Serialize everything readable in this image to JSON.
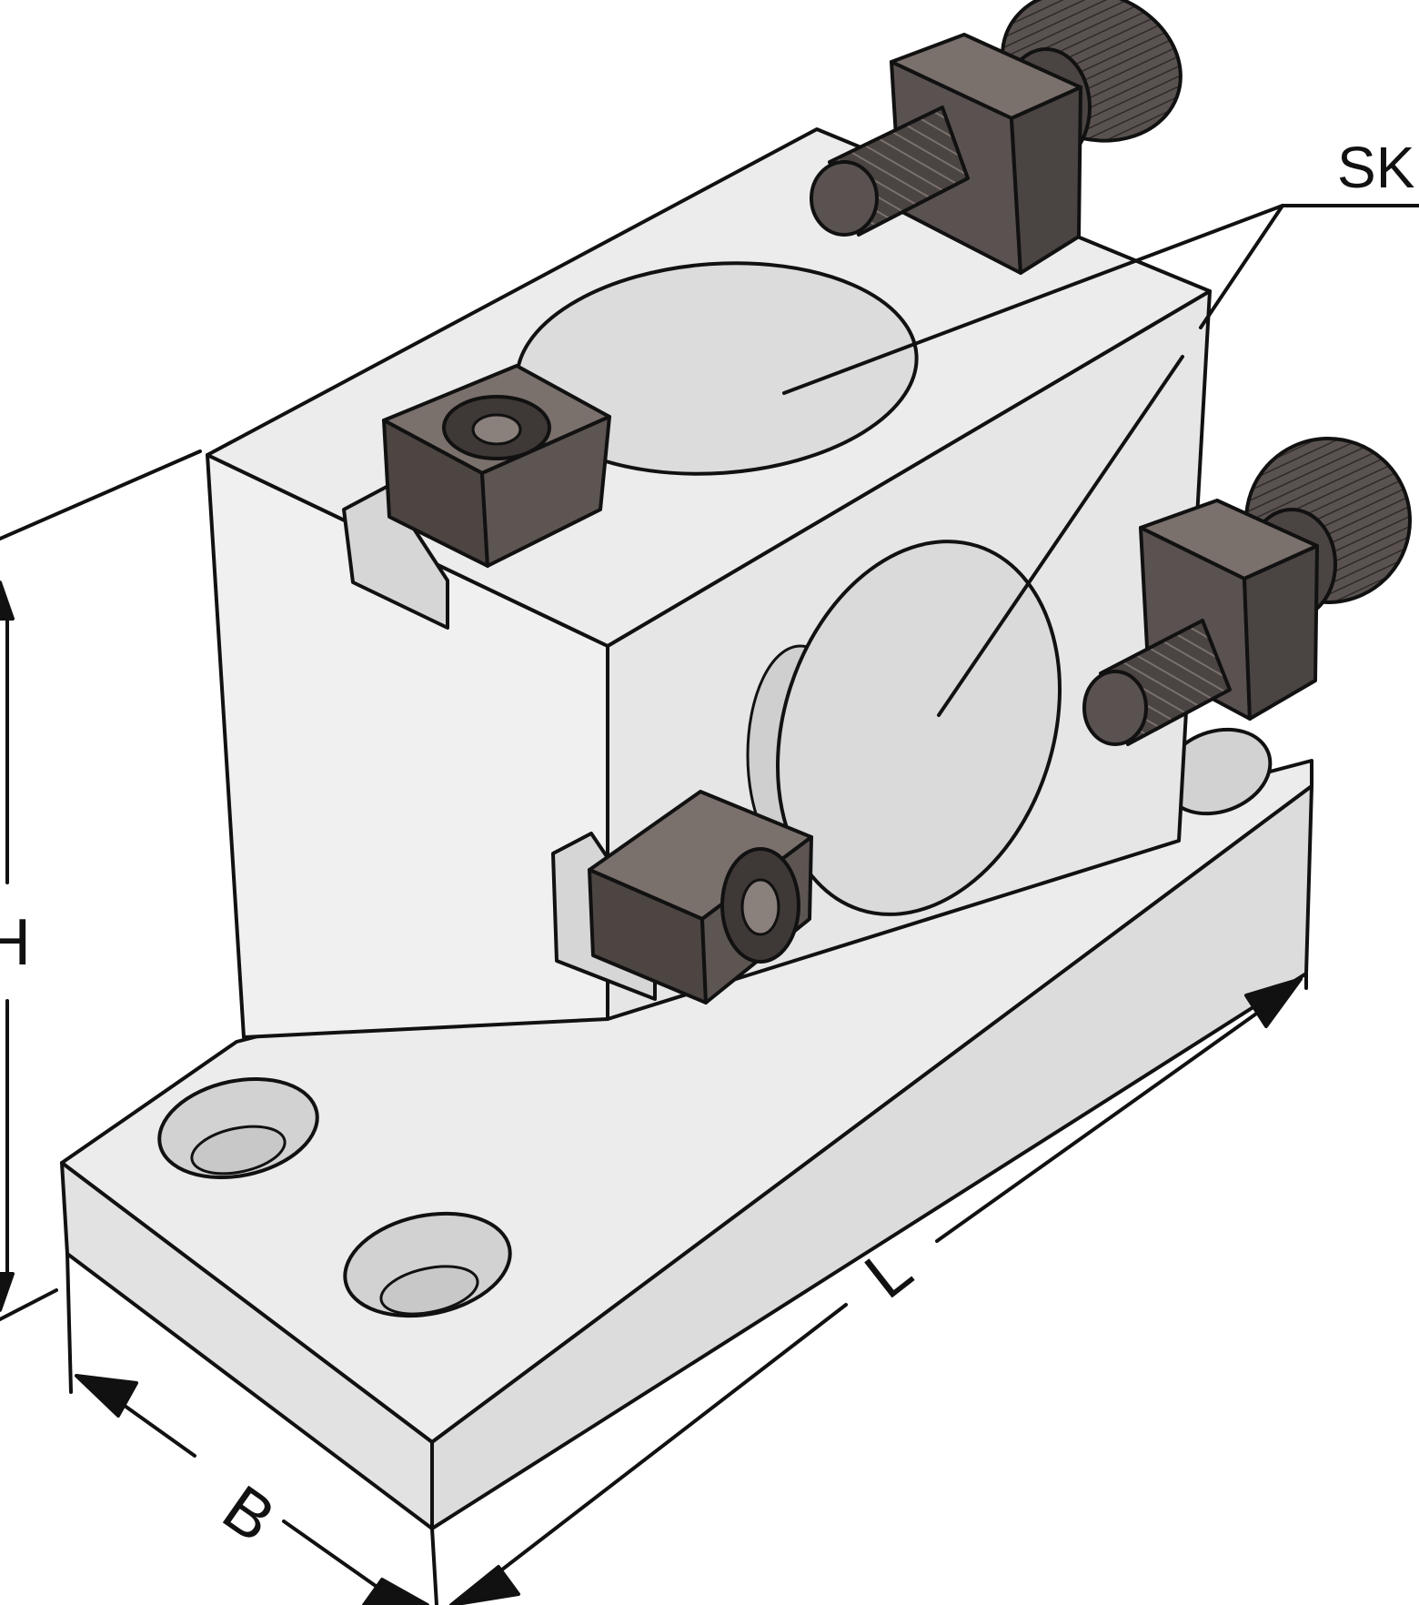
{
  "labels": {
    "sk": "SK",
    "h": "H",
    "l": "L",
    "b": "B"
  },
  "colors": {
    "outline": "#111111",
    "body_light": "#eeeeee",
    "body_mid": "#e3e3e3",
    "body_dark": "#d9d9d9",
    "bore": "#dcdcdc",
    "steel": "#5a5250",
    "steel_dark": "#3e3836",
    "steel_light": "#7a706c"
  },
  "icons": {
    "thumb_screw": "knurled-thumb-screw-icon",
    "clamp_screw": "torx-socket-screw-icon"
  }
}
